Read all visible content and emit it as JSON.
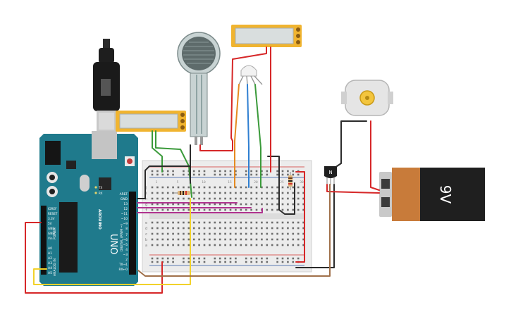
{
  "arduino": {
    "brand": "ARDUINO",
    "model": "UNO",
    "power_label": "POWER",
    "analog_label": "ANALOG IN",
    "digital_label": "DIGITAL (PWM ~)",
    "tx_label": "TX",
    "rx_label": "RX",
    "power_pins": [
      "IOREF",
      "RESET",
      "3.3V",
      "5V",
      "GND",
      "GND",
      "Vin"
    ],
    "analog_pins": [
      "A0",
      "A1",
      "A2",
      "A3",
      "A4",
      "A5"
    ],
    "digital_pins": [
      "AREF",
      "GND",
      "13",
      "12",
      "~11",
      "~10",
      "~9",
      "8",
      "7",
      "~6",
      "~5",
      "4",
      "~3",
      "2",
      "TX→1",
      "RX←0"
    ]
  },
  "battery": {
    "label": "9V"
  },
  "transistor": {
    "label": "N"
  },
  "breadboard": {
    "row_letters_top": [
      "j",
      "i",
      "h",
      "g",
      "f"
    ],
    "row_letters_bottom": [
      "e",
      "d",
      "c",
      "b",
      "a"
    ],
    "column_labels": [
      "1",
      "5",
      "10",
      "15",
      "20",
      "25",
      "30"
    ]
  },
  "colors": {
    "wire_red": "#d62728",
    "wire_black": "#2b2b2b",
    "wire_green": "#3a9a3a",
    "wire_magenta": "#b0338f",
    "wire_yellow": "#f2d22b",
    "wire_orange": "#e58a1f",
    "wire_blue": "#2f7fd1",
    "wire_brown": "#a0704a",
    "arduino_teal": "#1f7a8c",
    "lcd_orange": "#f0b430",
    "lcd_screen": "#d9dede"
  }
}
